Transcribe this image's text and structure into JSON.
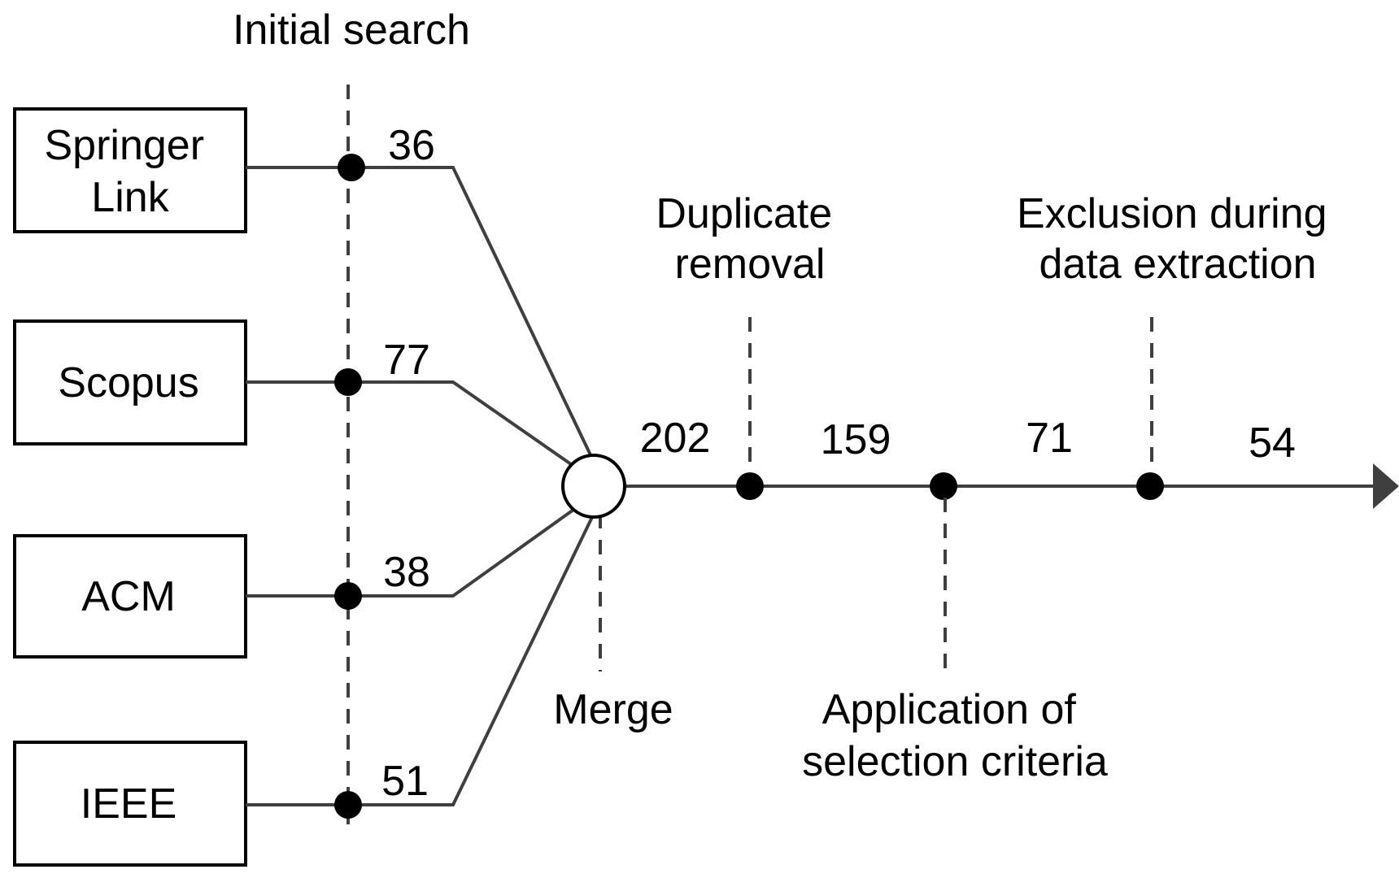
{
  "initial_search": "Initial search",
  "sources": [
    {
      "label_lines": [
        "Springer",
        "Link"
      ],
      "count": "36"
    },
    {
      "label_lines": [
        "Scopus"
      ],
      "count": "77"
    },
    {
      "label_lines": [
        "ACM"
      ],
      "count": "38"
    },
    {
      "label_lines": [
        "IEEE"
      ],
      "count": "51"
    }
  ],
  "merge": {
    "label": "Merge",
    "count": "202"
  },
  "duplicate_removal": {
    "lines": [
      "Duplicate",
      "removal"
    ],
    "count": "159"
  },
  "selection_criteria": {
    "lines": [
      "Application of",
      "selection criteria"
    ],
    "count": "71"
  },
  "exclusion": {
    "lines": [
      "Exclusion during",
      "data extraction"
    ],
    "count": "54"
  }
}
